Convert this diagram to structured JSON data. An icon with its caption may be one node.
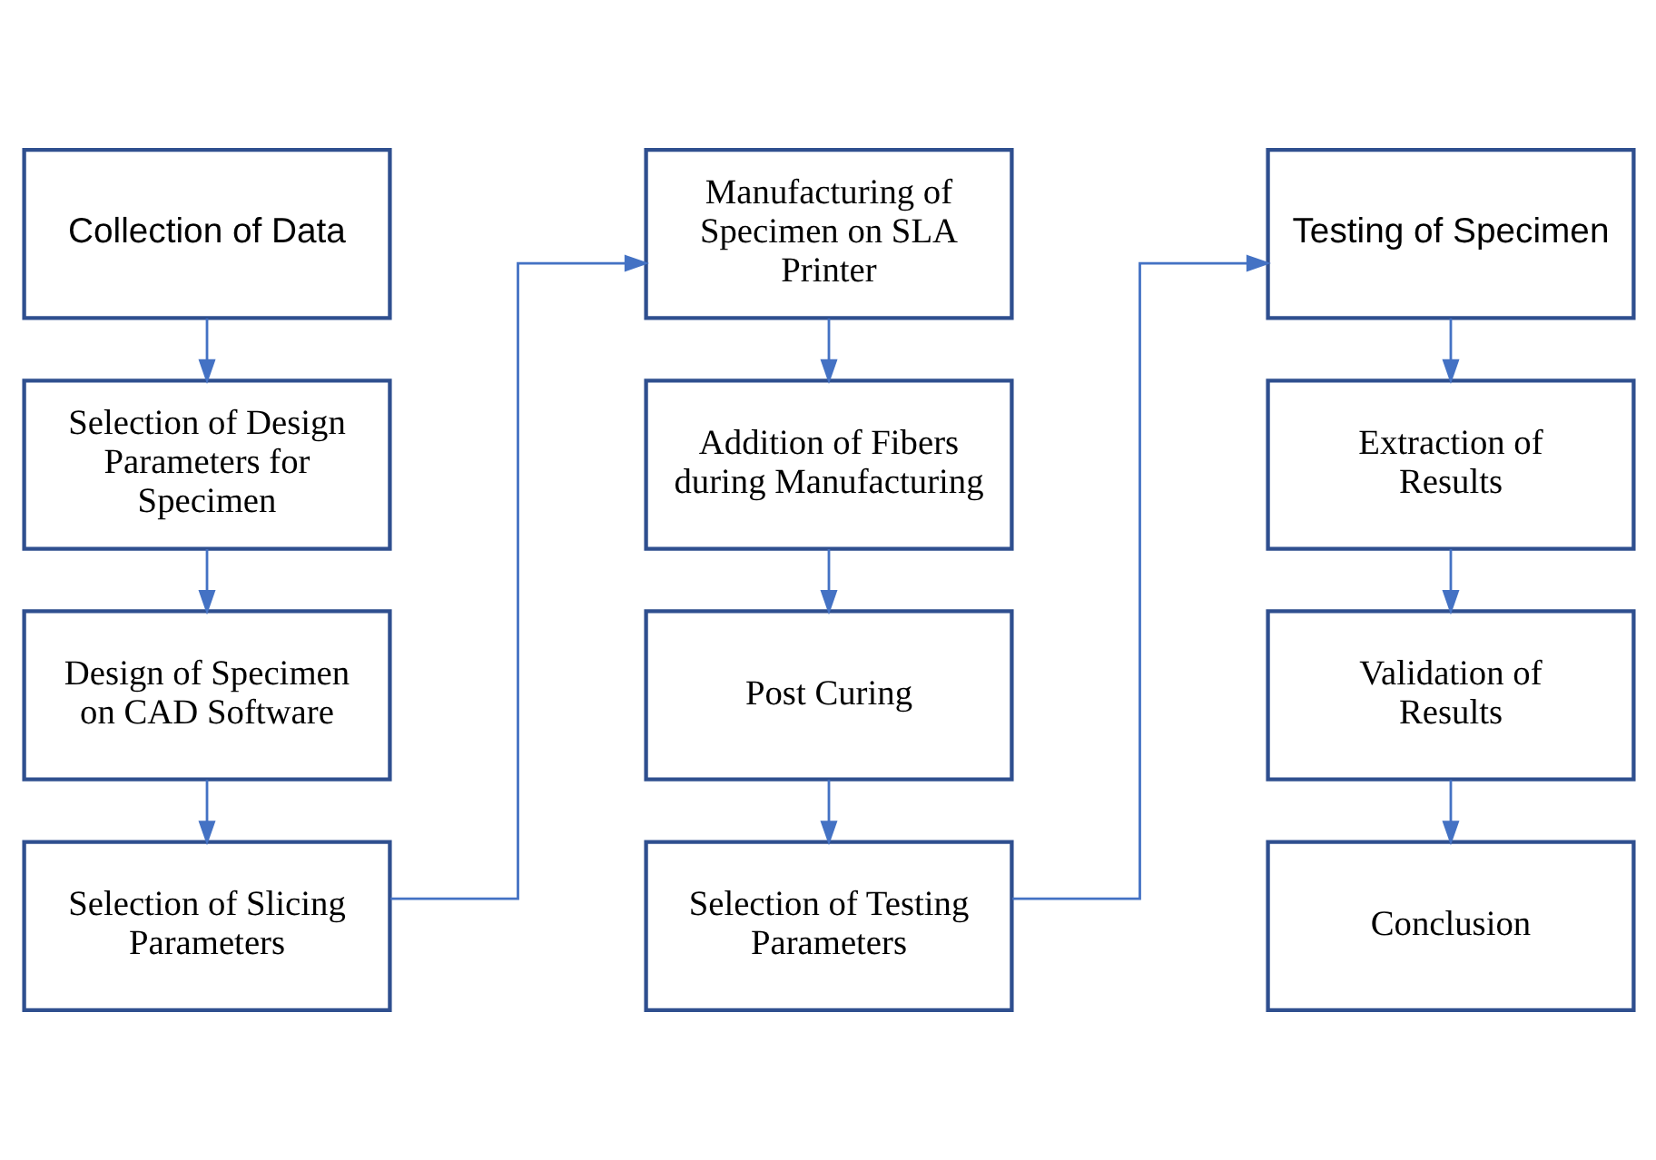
{
  "diagram": {
    "nodes": [
      {
        "text": [
          "Collection of Data"
        ]
      },
      {
        "text": [
          "Selection of Design Parameters for Specimen"
        ]
      },
      {
        "text": [
          "Design of Specimen on CAD Software"
        ]
      },
      {
        "text": [
          "Selection of Slicing Parameters"
        ]
      },
      {
        "text": [
          "Manufacturing of Specimen on SLA Printer"
        ]
      },
      {
        "text": [
          "Addition of Fibers during Manufacturing"
        ]
      },
      {
        "text": [
          "Post Curing"
        ]
      },
      {
        "text": [
          "Selection of Testing Parameters"
        ]
      },
      {
        "text": [
          "Testing of Specimen"
        ]
      },
      {
        "text": [
          "Extraction of Results"
        ]
      },
      {
        "text": [
          "Validation of Results"
        ]
      },
      {
        "text": [
          "Conclusion"
        ]
      }
    ],
    "edges": [
      {
        "from": 0,
        "to": 1,
        "arrow": "to"
      },
      {
        "from": 1,
        "to": 2,
        "arrow": "to"
      },
      {
        "from": 2,
        "to": 3,
        "arrow": "to"
      },
      {
        "from": 3,
        "to": 4,
        "arrow": "to"
      },
      {
        "from": 4,
        "to": 5,
        "arrow": "to"
      },
      {
        "from": 5,
        "to": 6,
        "arrow": "to"
      },
      {
        "from": 6,
        "to": 7,
        "arrow": "to"
      },
      {
        "from": 7,
        "to": 8,
        "arrow": "to"
      },
      {
        "from": 8,
        "to": 9,
        "arrow": "to"
      },
      {
        "from": 9,
        "to": 10,
        "arrow": "to"
      },
      {
        "from": 10,
        "to": 11,
        "arrow": "to"
      }
    ]
  }
}
